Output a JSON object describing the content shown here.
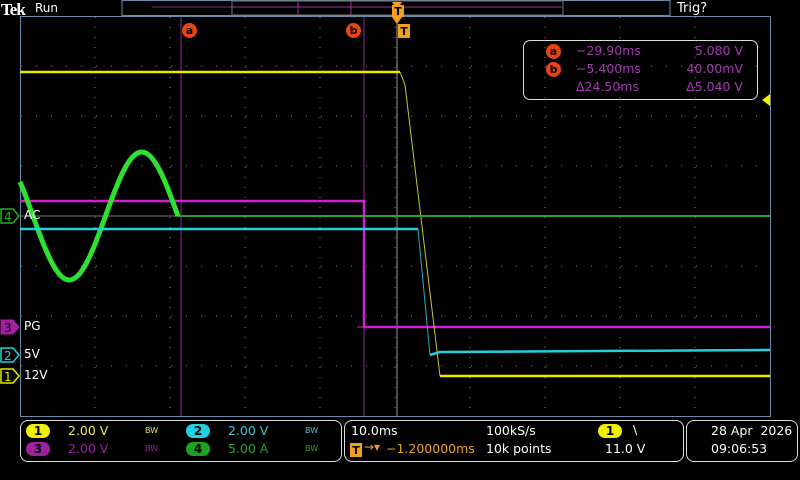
{
  "header": {
    "brand": "Tek",
    "run_state": "Run",
    "trigger_state": "Trig?"
  },
  "cursors": {
    "a": {
      "label": "a",
      "time": "−29.90ms",
      "value": "5.080 V"
    },
    "b": {
      "label": "b",
      "time": "−5.400ms",
      "value": "40.00mV"
    },
    "delta": {
      "time": "Δ24.50ms",
      "value": "Δ5.040 V"
    }
  },
  "trigger_marker": "T",
  "channels": [
    {
      "num": "1",
      "label": "12V",
      "scale": "2.00 V",
      "bw": "BW",
      "color": "#f0f000"
    },
    {
      "num": "2",
      "label": "5V",
      "scale": "2.00 V",
      "bw": "BW",
      "color": "#20d8e0"
    },
    {
      "num": "3",
      "label": "PG",
      "scale": "2.00 V",
      "bw": "BW",
      "color": "#b020b0"
    },
    {
      "num": "4",
      "label": "AC",
      "scale": "5.00 A",
      "bw": "BW",
      "color": "#20b020"
    }
  ],
  "horizontal": {
    "scale": "10.0ms",
    "delay": "−1.200000ms",
    "sample_rate": "100kS/s",
    "record_length": "10k points"
  },
  "trigger": {
    "source": "1",
    "slope": "falling",
    "slope_glyph": "\\",
    "level": "11.0 V"
  },
  "datetime": {
    "date": "28 Apr  2026",
    "time": "09:06:53"
  }
}
